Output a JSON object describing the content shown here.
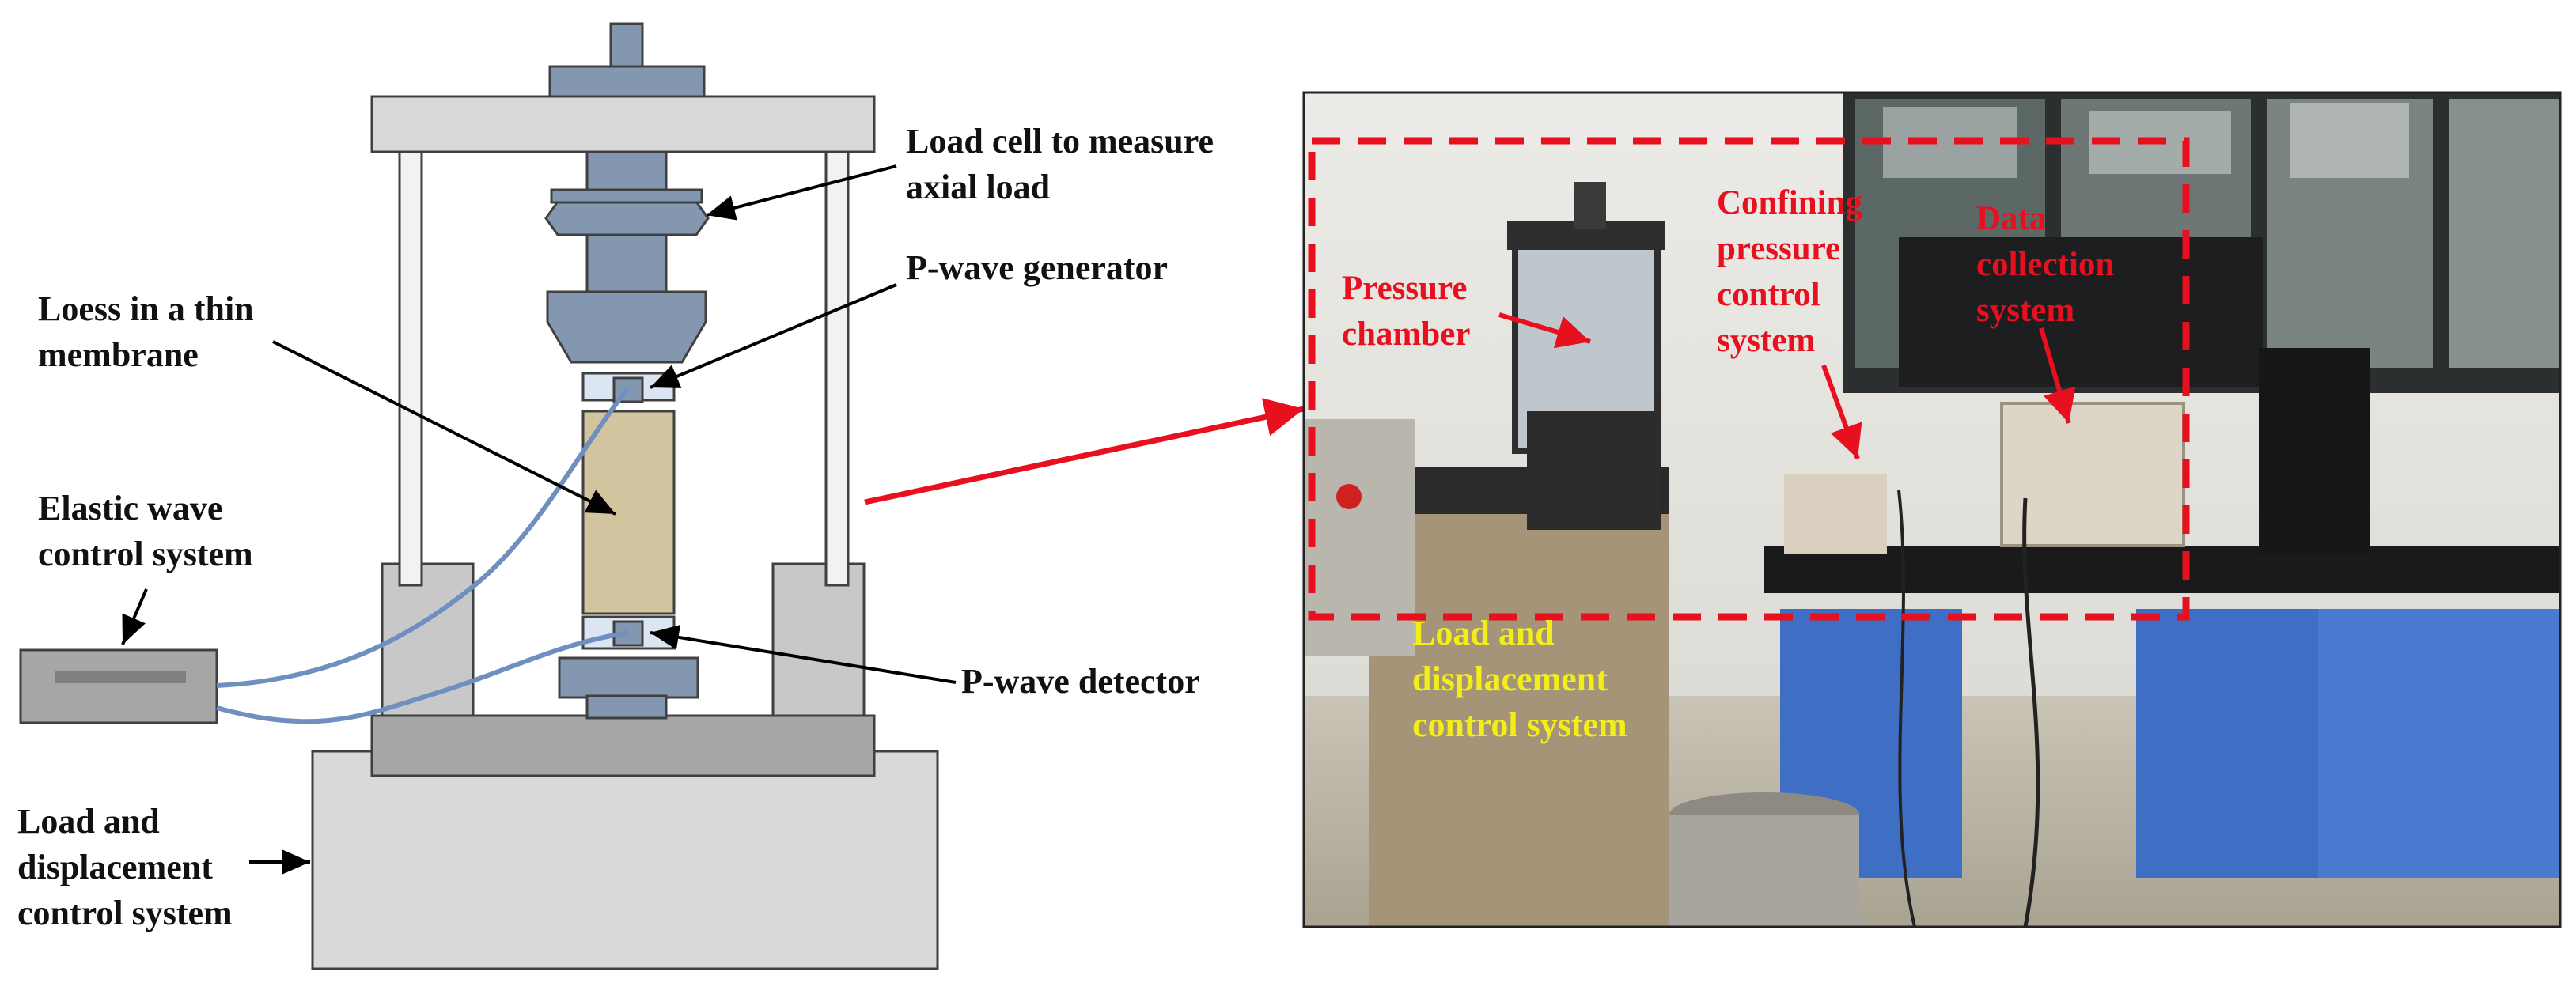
{
  "schematic": {
    "labels": {
      "load_cell": [
        "Load cell to measure",
        "axial load"
      ],
      "p_wave_generator": [
        "P-wave generator"
      ],
      "loess": [
        "Loess in a thin",
        "membrane"
      ],
      "elastic_wave": [
        "Elastic wave",
        "control system"
      ],
      "p_wave_detector": [
        "P-wave detector"
      ],
      "load_displacement": [
        "Load and",
        "displacement",
        "control system"
      ]
    }
  },
  "photo": {
    "labels": {
      "pressure_chamber": [
        "Pressure",
        "chamber"
      ],
      "confining_pressure": [
        "Confining",
        "pressure",
        "control",
        "system"
      ],
      "data_collection": [
        "Data",
        "collection",
        "system"
      ],
      "load_displacement": [
        "Load and",
        "displacement",
        "control system"
      ]
    }
  },
  "colors": {
    "frame": "#595959",
    "pillar": "#f2f2f2",
    "block": "#d9d9d9",
    "loading_part": "#8497b0",
    "specimen": "#d3c4a0",
    "cable": "#6f8fc0",
    "arrow_red": "#e8101e",
    "label_red": "#e8101e",
    "label_yellow": "#f4ee18"
  }
}
